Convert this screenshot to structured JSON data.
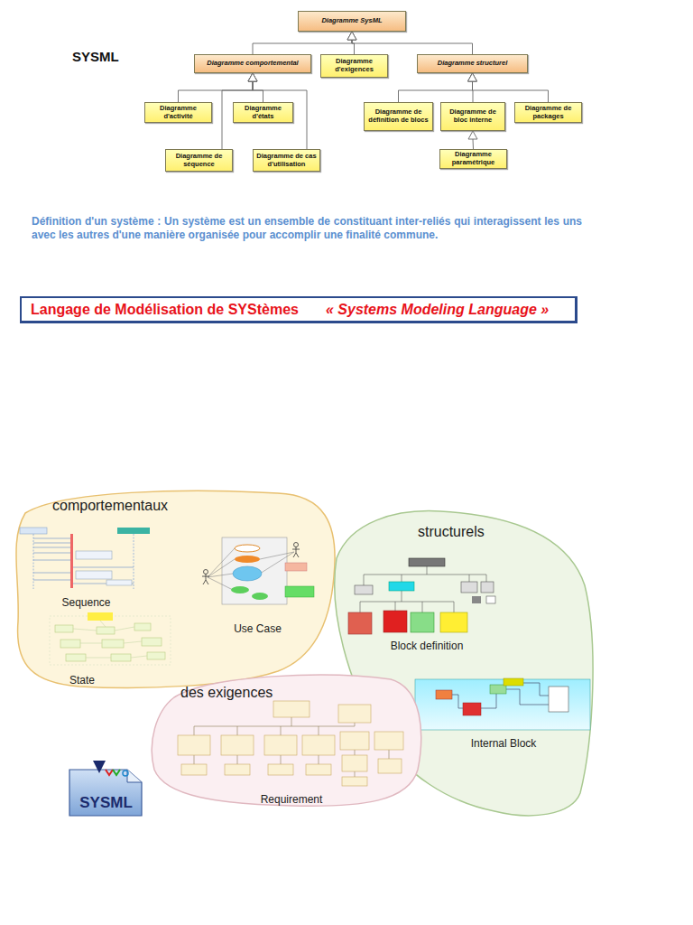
{
  "diagram": {
    "title": "SYSML",
    "nodes": [
      {
        "text": [
          "Diagramme SysML"
        ]
      },
      {
        "text": [
          "Diagramme comportemental"
        ]
      },
      {
        "text": [
          "Diagramme d'exigences"
        ]
      },
      {
        "text": [
          "Diagramme structurel"
        ]
      },
      {
        "text": [
          "Diagramme d'activité"
        ]
      },
      {
        "text": [
          "Diagramme d'états"
        ]
      },
      {
        "text": [
          "Diagramme de définition de blocs"
        ]
      },
      {
        "text": [
          "Diagramme de bloc interne"
        ]
      },
      {
        "text": [
          "Diagramme de packages"
        ]
      },
      {
        "text": [
          "Diagramme de séquence"
        ]
      },
      {
        "text": [
          "Diagramme de cas d'utilisation"
        ]
      },
      {
        "text": [
          "Diagramme paramétrique"
        ]
      },
      {
        "text": [
          "Langage de Modélisation de SYStèmes",
          "« Systems Modeling Language »"
        ]
      },
      {
        "text": [
          "comportementaux"
        ]
      },
      {
        "text": [
          "Sequence"
        ],
        "in": 13
      },
      {
        "text": [
          "Use Case"
        ],
        "in": 13
      },
      {
        "text": [
          "State"
        ],
        "in": 13
      },
      {
        "text": [
          "structurels"
        ]
      },
      {
        "text": [
          "Block definition"
        ],
        "in": 17
      },
      {
        "text": [
          "Internal Block"
        ],
        "in": 17
      },
      {
        "text": [
          "des exigences"
        ]
      },
      {
        "text": [
          "Requirement"
        ],
        "in": 20
      },
      {
        "text": [
          "SYSML"
        ]
      }
    ],
    "edges": [
      {
        "from": 1,
        "to": 0,
        "arrow": "to"
      },
      {
        "from": 2,
        "to": 0,
        "arrow": "to"
      },
      {
        "from": 3,
        "to": 0,
        "arrow": "to"
      },
      {
        "from": 4,
        "to": 1,
        "arrow": "to"
      },
      {
        "from": 5,
        "to": 1,
        "arrow": "to"
      },
      {
        "from": 9,
        "to": 1,
        "arrow": "to"
      },
      {
        "from": 10,
        "to": 1,
        "arrow": "to"
      },
      {
        "from": 6,
        "to": 3,
        "arrow": "to"
      },
      {
        "from": 7,
        "to": 3,
        "arrow": "to"
      },
      {
        "from": 8,
        "to": 3,
        "arrow": "to"
      },
      {
        "from": 11,
        "to": 7,
        "arrow": "to"
      }
    ],
    "labels": [
      "Définition d'un système : Un système est un ensemble de constituant inter-reliés qui interagissent les uns avec les autres d'une manière organisée pour accomplir une finalité commune."
    ]
  }
}
